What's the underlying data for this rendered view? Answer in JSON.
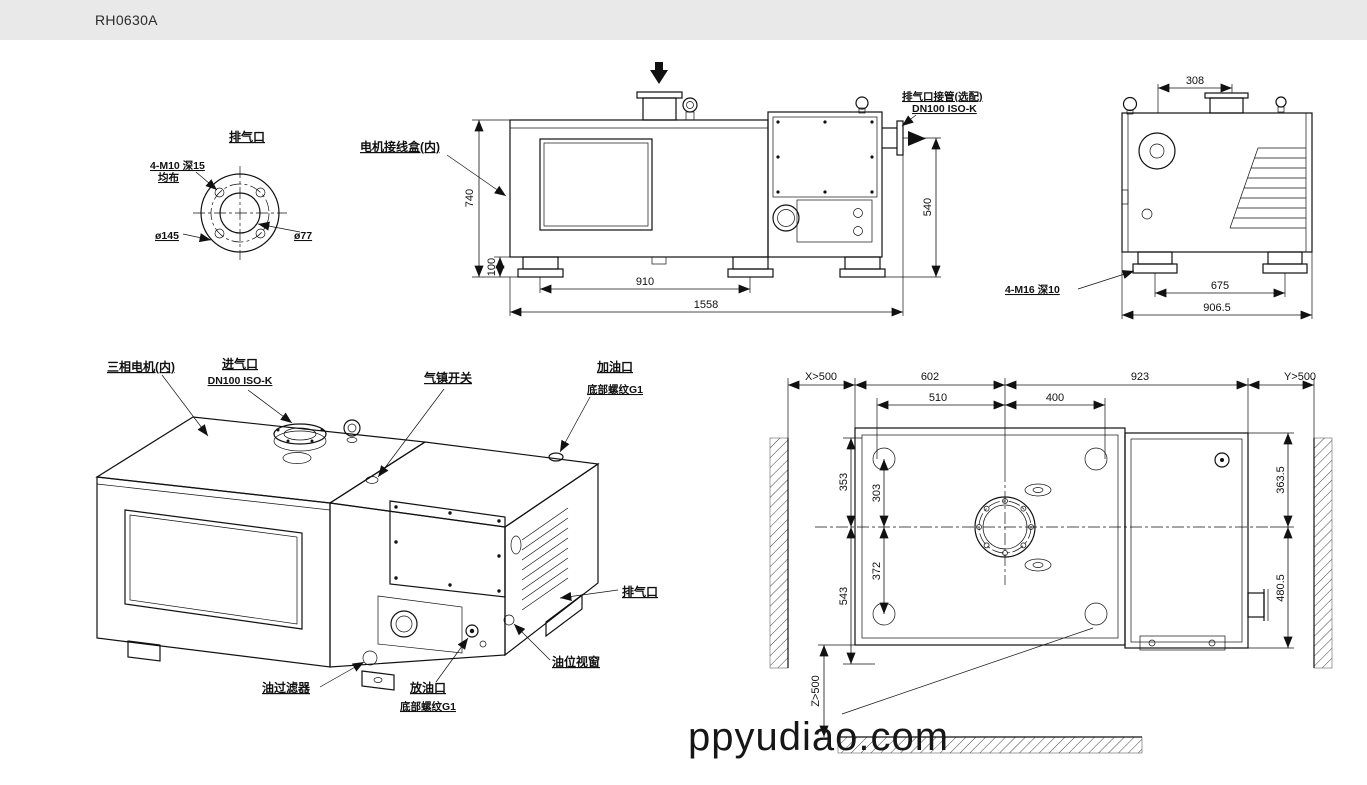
{
  "header": {
    "model": "RH0630A"
  },
  "watermark": "ppyudiao.com",
  "flange_view": {
    "title": "排气口",
    "bolt_spec": "4-M10 深15",
    "bolt_arrangement": "均布",
    "dia_outer": "ø145",
    "dia_inner": "ø77"
  },
  "side_view": {
    "junction_box": "电机接线盒(内)",
    "exhaust_line1": "排气口接管(选配)",
    "exhaust_line2": "DN100 ISO-K",
    "dim_total_height": "740",
    "dim_base_height": "100",
    "dim_foot_spacing": "910",
    "dim_total_length": "1558",
    "dim_exhaust_height": "540"
  },
  "end_view": {
    "dim_top_offset": "308",
    "bolt_spec": "4-M16 深10",
    "dim_foot_spacing": "675",
    "dim_total_width": "906.5"
  },
  "iso_view": {
    "motor": "三相电机(内)",
    "inlet_line1": "进气口",
    "inlet_line2": "DN100 ISO-K",
    "gas_ballast": "气镇开关",
    "oil_fill_line1": "加油口",
    "oil_fill_line2": "底部螺纹G1",
    "exhaust": "排气口",
    "oil_sight": "油位视窗",
    "oil_drain_line1": "放油口",
    "oil_drain_line2": "底部螺纹G1",
    "oil_filter": "油过滤器"
  },
  "plan_view": {
    "dim_x": "X>500",
    "dim_602": "602",
    "dim_923": "923",
    "dim_y": "Y>500",
    "dim_510": "510",
    "dim_400": "400",
    "dim_353": "353",
    "dim_303": "303",
    "dim_372": "372",
    "dim_543": "543",
    "dim_363_5": "363.5",
    "dim_480_5": "480.5",
    "dim_z": "Z>500"
  }
}
